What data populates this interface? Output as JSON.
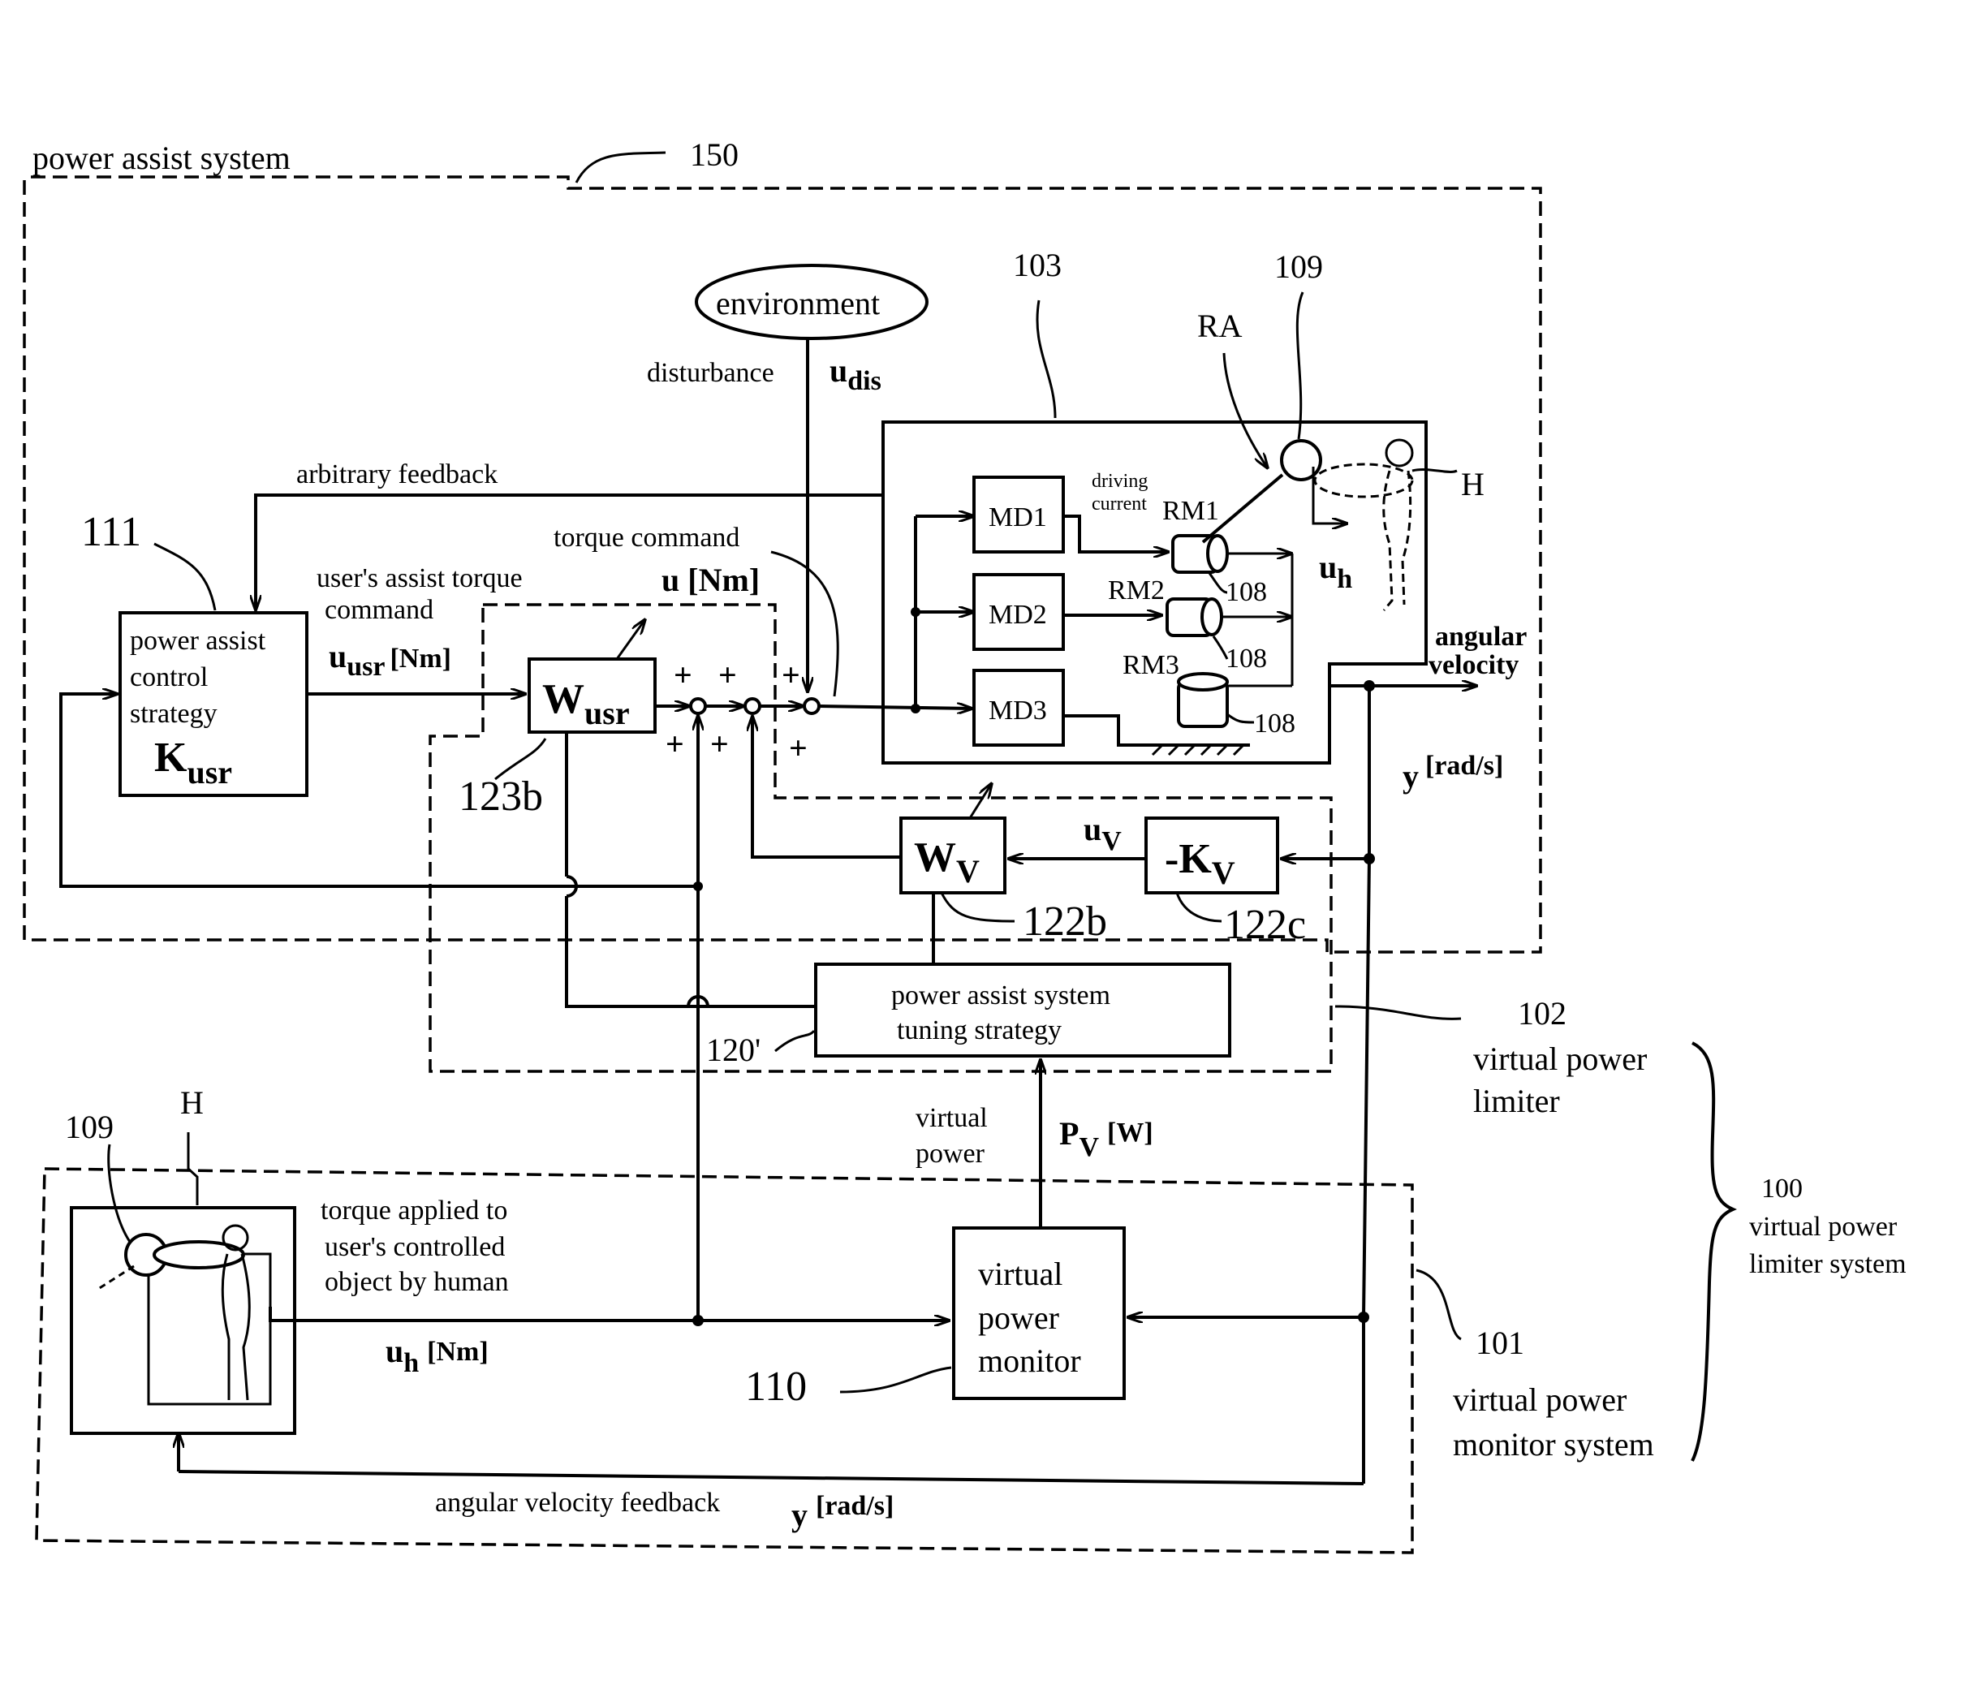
{
  "regions": {
    "power_assist_system": {
      "label": "power assist system",
      "ref": "150"
    },
    "virtual_power_limiter": {
      "ref": "102",
      "line1": "virtual power",
      "line2": "limiter"
    },
    "virtual_power_monitor_system": {
      "ref": "101",
      "line1": "virtual power",
      "line2": "monitor system"
    },
    "virtual_power_limiter_system": {
      "ref": "100",
      "line1": "virtual power",
      "line2": "limiter system"
    }
  },
  "blocks": {
    "environment": "environment",
    "robot_ref": "103",
    "arm_ref": "109",
    "arm_label": "RA",
    "human_label": "H",
    "md1": "MD1",
    "md2": "MD2",
    "md3": "MD3",
    "rm1": "RM1",
    "rm2": "RM2",
    "rm3": "RM3",
    "motor_ref": "108",
    "driving_current_1": "driving",
    "driving_current_2": "current",
    "control_strategy": {
      "ref": "111",
      "line1": "power assist",
      "line2": "control",
      "line3": "strategy",
      "symbol": "K",
      "sub": "usr"
    },
    "w_usr": {
      "ref": "123b",
      "symbol": "W",
      "sub": "usr"
    },
    "w_v": {
      "ref": "122b",
      "symbol": "W",
      "sub": "V"
    },
    "k_v": {
      "ref": "122c",
      "symbol": "-K",
      "sub": "V"
    },
    "tuning": {
      "ref": "120'",
      "line1": "power assist system",
      "line2": "tuning strategy"
    },
    "monitor": {
      "ref": "110",
      "line1": "virtual",
      "line2": "power",
      "line3": "monitor"
    },
    "human_box": {
      "arm_ref": "109",
      "human": "H"
    }
  },
  "signals": {
    "disturbance": "disturbance",
    "u_dis": "u",
    "u_dis_sub": "dis",
    "arbitrary_feedback": "arbitrary feedback",
    "torque_command": "torque command",
    "u_nm": "u [Nm]",
    "users_assist_1": "user's assist torque",
    "users_assist_2": "command",
    "u_usr": "u",
    "u_usr_sub": "usr",
    "u_usr_unit": "[Nm]",
    "uh_top": "u",
    "uh_top_sub": "h",
    "angular_1": "angular",
    "angular_2": "velocity",
    "y_top": "y",
    "y_top_unit": "[rad/s]",
    "u_v": "u",
    "u_v_sub": "V",
    "virtual_power_1": "virtual",
    "virtual_power_2": "power",
    "p_v": "P",
    "p_v_sub": "V",
    "p_v_unit": "[W]",
    "torque_applied_1": "torque applied to",
    "torque_applied_2": "user's controlled",
    "torque_applied_3": "object by human",
    "uh_bottom": "u",
    "uh_bottom_sub": "h",
    "uh_bottom_unit": "[Nm]",
    "ang_vel_feedback": "angular velocity feedback",
    "y_bottom": "y",
    "y_bottom_unit": "[rad/s]"
  },
  "signs": {
    "plus": "+"
  }
}
